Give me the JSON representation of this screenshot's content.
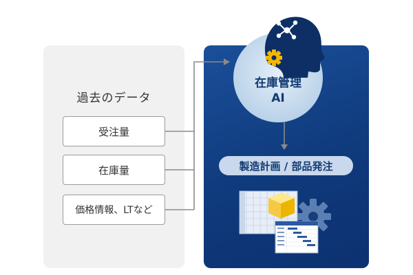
{
  "left": {
    "title": "過去のデータ",
    "items": [
      "受注量",
      "在庫量",
      "価格情報、LTなど"
    ]
  },
  "ai": {
    "line1": "在庫管理",
    "line2": "AI"
  },
  "output": {
    "label": "製造計画 / 部品発注"
  },
  "colors": {
    "panel_blue": "#15468c",
    "head_blue": "#0d2f66",
    "gear_yellow": "#f2b705",
    "arrow_gray": "#888888"
  }
}
